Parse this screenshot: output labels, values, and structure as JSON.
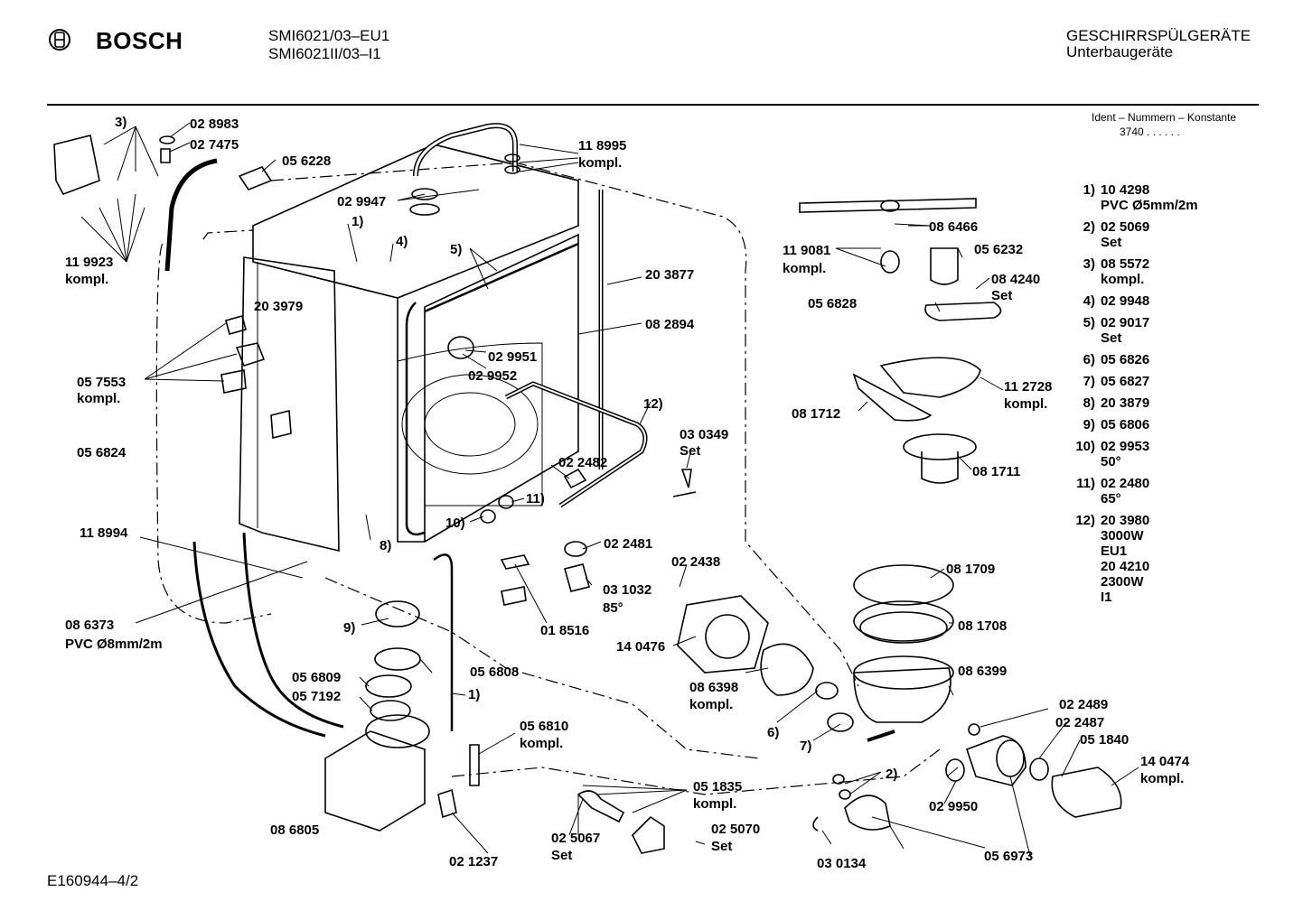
{
  "header": {
    "brand": "BOSCH",
    "model_1": "SMI6021/03–EU1",
    "model_2": "SMI6021II/03–I1",
    "category_1": "GESCHIRRSPÜLGERÄTE",
    "category_2": "Unterbaugeräte",
    "ident_label": "Ident – Nummern – Konstante",
    "ident_value": "3740  .  .   .  .  .  ."
  },
  "footer": {
    "drawing_id": "E160944–4/2"
  },
  "legend": [
    {
      "num": "1)",
      "text": "10 4298\nPVC Ø5mm/2m"
    },
    {
      "num": "2)",
      "text": "02 5069\nSet"
    },
    {
      "num": "3)",
      "text": "08 5572\nkompl."
    },
    {
      "num": "4)",
      "text": "02 9948"
    },
    {
      "num": "5)",
      "text": "02 9017\nSet"
    },
    {
      "num": "6)",
      "text": "05 6826"
    },
    {
      "num": "7)",
      "text": "05 6827"
    },
    {
      "num": "8)",
      "text": "20 3879"
    },
    {
      "num": "9)",
      "text": "05 6806"
    },
    {
      "num": "10)",
      "text": "02 9953\n50°"
    },
    {
      "num": "11)",
      "text": "02 2480\n65°"
    },
    {
      "num": "12)",
      "text": "20 3980\n3000W\nEU1\n20 4210\n2300W\nI1"
    }
  ],
  "labels": {
    "l_3": "3)",
    "l_028983": "02 8983",
    "l_027475": "02 7475",
    "l_056228": "05 6228",
    "l_118995": "11 8995",
    "l_118995k": "kompl.",
    "l_029947": "02 9947",
    "l_1": "1)",
    "l_4": "4)",
    "l_5": "5)",
    "l_203877": "20 3877",
    "l_119923": "11 9923",
    "l_119923k": "kompl.",
    "l_203979": "20 3979",
    "l_082894": "08 2894",
    "l_029951": "02 9951",
    "l_029952": "02 9952",
    "l_057553": "05 7553",
    "l_057553k": "kompl.",
    "l_12": "12)",
    "l_030349": "03 0349",
    "l_030349s": "Set",
    "l_056824": "05 6824",
    "l_022482": "02 2482",
    "l_11": "11)",
    "l_10": "10)",
    "l_8": "8)",
    "l_118994": "11 8994",
    "l_022481": "02 2481",
    "l_022438": "02 2438",
    "l_031032": "03 1032",
    "l_031032d": "85°",
    "l_086373": "08 6373",
    "l_086373p": "PVC Ø8mm/2m",
    "l_9": "9)",
    "l_018516": "01 8516",
    "l_140476": "14 0476",
    "l_056809": "05 6809",
    "l_056808": "05 6808",
    "l_057192": "05 7192",
    "l_1b": "1)",
    "l_086398": "08 6398",
    "l_086398k": "kompl.",
    "l_056810": "05 6810",
    "l_056810k": "kompl.",
    "l_6": "6)",
    "l_7": "7)",
    "l_086805": "08 6805",
    "l_051835": "05 1835",
    "l_051835k": "kompl.",
    "l_025067": "02 5067",
    "l_025067s": "Set",
    "l_025070": "02 5070",
    "l_025070s": "Set",
    "l_021237": "02 1237",
    "l_2": "2)",
    "l_030134": "03 0134",
    "l_086466": "08 6466",
    "l_119081": "11 9081",
    "l_119081k": "kompl.",
    "l_056232": "05 6232",
    "l_084240": "08 4240",
    "l_084240s": "Set",
    "l_056828": "05 6828",
    "l_112728": "11 2728",
    "l_112728k": "kompl.",
    "l_081712": "08 1712",
    "l_081711": "08 1711",
    "l_081709": "08 1709",
    "l_081708": "08 1708",
    "l_086399": "08 6399",
    "l_022489": "02 2489",
    "l_022487": "02 2487",
    "l_051840": "05 1840",
    "l_140474": "14 0474",
    "l_140474k": "kompl.",
    "l_029950": "02 9950",
    "l_056973": "05 6973"
  }
}
